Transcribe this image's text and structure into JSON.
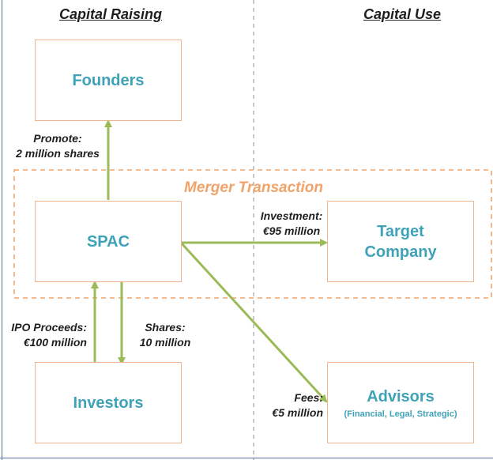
{
  "headers": {
    "capital_raising": "Capital Raising",
    "capital_use": "Capital Use"
  },
  "merger": {
    "title": "Merger Transaction"
  },
  "boxes": {
    "founders": "Founders",
    "spac": "SPAC",
    "target_line1": "Target",
    "target_line2": "Company",
    "investors": "Investors",
    "advisors": "Advisors",
    "advisors_sub": "(Financial, Legal, Strategic)"
  },
  "flows": {
    "promote_1": "Promote:",
    "promote_2": "2 million shares",
    "investment_1": "Investment:",
    "investment_2": "€95 million",
    "ipo_1": "IPO Proceeds:",
    "ipo_2": "€100 million",
    "shares_1": "Shares:",
    "shares_2": "10 million",
    "fees_1": "Fees:",
    "fees_2": "€5 million"
  },
  "colors": {
    "box_border": "#f2b48c",
    "box_text": "#3fa2b8",
    "arrow": "#9bbb59",
    "merger_dashed": "#f0a46a",
    "divider": "#c8c8c8"
  }
}
